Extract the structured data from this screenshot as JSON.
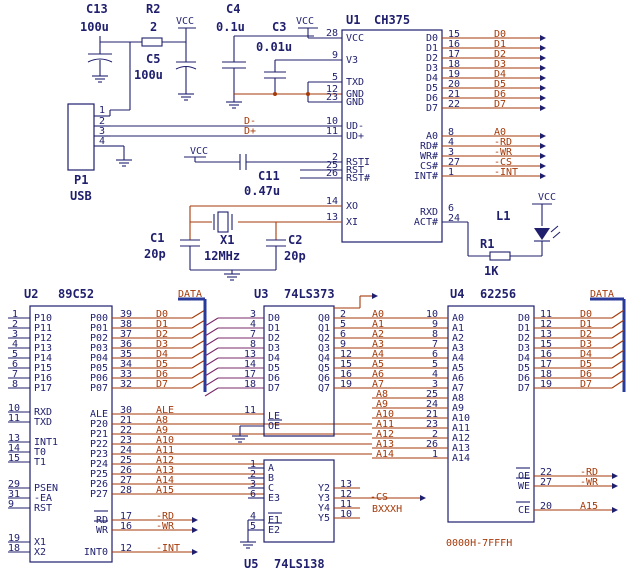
{
  "parts": {
    "c13": {
      "ref": "C13",
      "value": "100u"
    },
    "r2": {
      "ref": "R2",
      "value": "2"
    },
    "c4": {
      "ref": "C4",
      "value": "0.1u"
    },
    "c3": {
      "ref": "C3",
      "value": "0.01u"
    },
    "c5": {
      "ref": "C5",
      "value": "100u"
    },
    "u1": {
      "ref": "U1",
      "part": "CH375"
    },
    "p1": {
      "ref": "P1",
      "part": "USB"
    },
    "c11": {
      "ref": "C11",
      "value": "0.47u"
    },
    "c1": {
      "ref": "C1",
      "value": "20p"
    },
    "c2": {
      "ref": "C2",
      "value": "20p"
    },
    "x1": {
      "ref": "X1",
      "value": "12MHz"
    },
    "r1": {
      "ref": "R1",
      "value": "1K"
    },
    "l1": {
      "ref": "L1"
    },
    "u2": {
      "ref": "U2",
      "part": "89C52"
    },
    "u3": {
      "ref": "U3",
      "part": "74LS373"
    },
    "u4": {
      "ref": "U4",
      "part": "62256"
    },
    "u5": {
      "ref": "U5",
      "part": "74LS138"
    }
  },
  "power": {
    "vcc": "VCC"
  },
  "bus_labels": {
    "data_left": "DATA",
    "data_right": "DATA"
  },
  "address_range": "0000H-7FFFH",
  "decode_net": "BXXXH",
  "nets": {
    "d0": "D0",
    "d1": "D1",
    "d2": "D2",
    "d3": "D3",
    "d4": "D4",
    "d5": "D5",
    "d6": "D6",
    "d7": "D7",
    "a0": "A0",
    "rd": "-RD",
    "wr": "-WR",
    "cs": "-CS",
    "int": "-INT",
    "ale": "ALE",
    "a8": "A8",
    "a9": "A9",
    "a10": "A10",
    "a11": "A11",
    "a12": "A12",
    "a13": "A13",
    "a14": "A14",
    "a15": "A15",
    "dm": "D-",
    "dp": "D+"
  },
  "u1_pins": {
    "left": [
      {
        "name": "VCC",
        "num": "28"
      },
      {
        "name": "V3",
        "num": "9"
      },
      {
        "name": "TXD",
        "num": "5"
      },
      {
        "name": "GND",
        "num": "12"
      },
      {
        "name": "GND",
        "num": "23"
      },
      {
        "name": "UD-",
        "num": "10"
      },
      {
        "name": "UD+",
        "num": "11"
      },
      {
        "name": "RSTI",
        "num": "2"
      },
      {
        "name": "RST",
        "num": "25"
      },
      {
        "name": "RST#",
        "num": "26"
      },
      {
        "name": "XO",
        "num": "14"
      },
      {
        "name": "XI",
        "num": "13"
      }
    ],
    "right_data": [
      {
        "name": "D0",
        "num": "15"
      },
      {
        "name": "D1",
        "num": "16"
      },
      {
        "name": "D2",
        "num": "17"
      },
      {
        "name": "D3",
        "num": "18"
      },
      {
        "name": "D4",
        "num": "19"
      },
      {
        "name": "D5",
        "num": "20"
      },
      {
        "name": "D6",
        "num": "21"
      },
      {
        "name": "D7",
        "num": "22"
      }
    ],
    "right_ctrl": [
      {
        "name": "A0",
        "num": "8"
      },
      {
        "name": "RD#",
        "num": "4"
      },
      {
        "name": "WR#",
        "num": "3"
      },
      {
        "name": "CS#",
        "num": "27"
      },
      {
        "name": "INT#",
        "num": "1"
      }
    ],
    "right_misc": [
      {
        "name": "RXD",
        "num": "6"
      },
      {
        "name": "ACT#",
        "num": "24"
      }
    ]
  },
  "usb_pins": [
    "1",
    "2",
    "3",
    "4"
  ],
  "u2_pins": {
    "p1": [
      {
        "name": "P10",
        "num": "1"
      },
      {
        "name": "P11",
        "num": "2"
      },
      {
        "name": "P12",
        "num": "3"
      },
      {
        "name": "P13",
        "num": "4"
      },
      {
        "name": "P14",
        "num": "5"
      },
      {
        "name": "P15",
        "num": "6"
      },
      {
        "name": "P16",
        "num": "7"
      },
      {
        "name": "P17",
        "num": "8"
      }
    ],
    "p3": [
      {
        "name": "RXD",
        "num": "10"
      },
      {
        "name": "TXD",
        "num": "11"
      },
      {
        "name": "INT1",
        "num": "13"
      },
      {
        "name": "T0",
        "num": "14"
      },
      {
        "name": "T1",
        "num": "15"
      }
    ],
    "misc": [
      {
        "name": "PSEN",
        "num": "29"
      },
      {
        "name": "-EA",
        "num": "31"
      },
      {
        "name": "RST",
        "num": "9"
      },
      {
        "name": "X1",
        "num": "19"
      },
      {
        "name": "X2",
        "num": "18"
      }
    ],
    "p0": [
      {
        "name": "P00",
        "num": "39"
      },
      {
        "name": "P01",
        "num": "38"
      },
      {
        "name": "P02",
        "num": "37"
      },
      {
        "name": "P03",
        "num": "36"
      },
      {
        "name": "P04",
        "num": "35"
      },
      {
        "name": "P05",
        "num": "34"
      },
      {
        "name": "P06",
        "num": "33"
      },
      {
        "name": "P07",
        "num": "32"
      }
    ],
    "p2": [
      {
        "name": "ALE",
        "num": "30"
      },
      {
        "name": "P20",
        "num": "21"
      },
      {
        "name": "P21",
        "num": "22"
      },
      {
        "name": "P22",
        "num": "23"
      },
      {
        "name": "P23",
        "num": "24"
      },
      {
        "name": "P24",
        "num": "25"
      },
      {
        "name": "P25",
        "num": "26"
      },
      {
        "name": "P26",
        "num": "27"
      },
      {
        "name": "P27",
        "num": "28"
      }
    ],
    "ctrl": [
      {
        "name": "RD",
        "num": "17"
      },
      {
        "name": "WR",
        "num": "16"
      },
      {
        "name": "INT0",
        "num": "12"
      }
    ]
  },
  "u3_pins": {
    "left": [
      {
        "name": "D0",
        "num": "3"
      },
      {
        "name": "D1",
        "num": "4"
      },
      {
        "name": "D2",
        "num": "7"
      },
      {
        "name": "D3",
        "num": "8"
      },
      {
        "name": "D4",
        "num": "13"
      },
      {
        "name": "D5",
        "num": "14"
      },
      {
        "name": "D6",
        "num": "17"
      },
      {
        "name": "D7",
        "num": "18"
      }
    ],
    "right": [
      {
        "name": "Q0",
        "num": "2"
      },
      {
        "name": "Q1",
        "num": "5"
      },
      {
        "name": "Q2",
        "num": "6"
      },
      {
        "name": "Q3",
        "num": "9"
      },
      {
        "name": "Q4",
        "num": "12"
      },
      {
        "name": "Q5",
        "num": "15"
      },
      {
        "name": "Q6",
        "num": "16"
      },
      {
        "name": "Q7",
        "num": "19"
      }
    ],
    "le": {
      "name": "LE",
      "num": "11"
    },
    "oe": {
      "name": "OE",
      "num": "1"
    }
  },
  "u4_pins": {
    "addr": [
      {
        "name": "A0",
        "num": "10"
      },
      {
        "name": "A1",
        "num": "9"
      },
      {
        "name": "A2",
        "num": "8"
      },
      {
        "name": "A3",
        "num": "7"
      },
      {
        "name": "A4",
        "num": "6"
      },
      {
        "name": "A5",
        "num": "5"
      },
      {
        "name": "A6",
        "num": "4"
      },
      {
        "name": "A7",
        "num": "3"
      },
      {
        "name": "A8",
        "num": "25"
      },
      {
        "name": "A9",
        "num": "24"
      },
      {
        "name": "A10",
        "num": "21"
      },
      {
        "name": "A11",
        "num": "23"
      },
      {
        "name": "A12",
        "num": "2"
      },
      {
        "name": "A13",
        "num": "26"
      },
      {
        "name": "A14",
        "num": "1"
      }
    ],
    "data": [
      {
        "name": "D0",
        "num": "11"
      },
      {
        "name": "D1",
        "num": "12"
      },
      {
        "name": "D2",
        "num": "13"
      },
      {
        "name": "D3",
        "num": "15"
      },
      {
        "name": "D4",
        "num": "16"
      },
      {
        "name": "D5",
        "num": "17"
      },
      {
        "name": "D6",
        "num": "18"
      },
      {
        "name": "D7",
        "num": "19"
      }
    ],
    "ctrl": [
      {
        "name": "OE",
        "num": "22"
      },
      {
        "name": "WE",
        "num": "27"
      },
      {
        "name": "CE",
        "num": "20"
      }
    ]
  },
  "u5_pins": {
    "inputs": [
      {
        "name": "A",
        "num": "1"
      },
      {
        "name": "B",
        "num": "2"
      },
      {
        "name": "C",
        "num": "3"
      },
      {
        "name": "E3",
        "num": "6"
      }
    ],
    "enables": [
      {
        "name": "E1",
        "num": "4"
      },
      {
        "name": "E2",
        "num": "5"
      }
    ],
    "outputs": [
      {
        "name": "Y2",
        "num": "13"
      },
      {
        "name": "Y3",
        "num": "12"
      },
      {
        "name": "Y4",
        "num": "11"
      },
      {
        "name": "Y5",
        "num": "10"
      }
    ]
  },
  "colors": {
    "ink": "#1f1f6e",
    "net": "#a53a0a",
    "bus": "#2a3a9a"
  }
}
